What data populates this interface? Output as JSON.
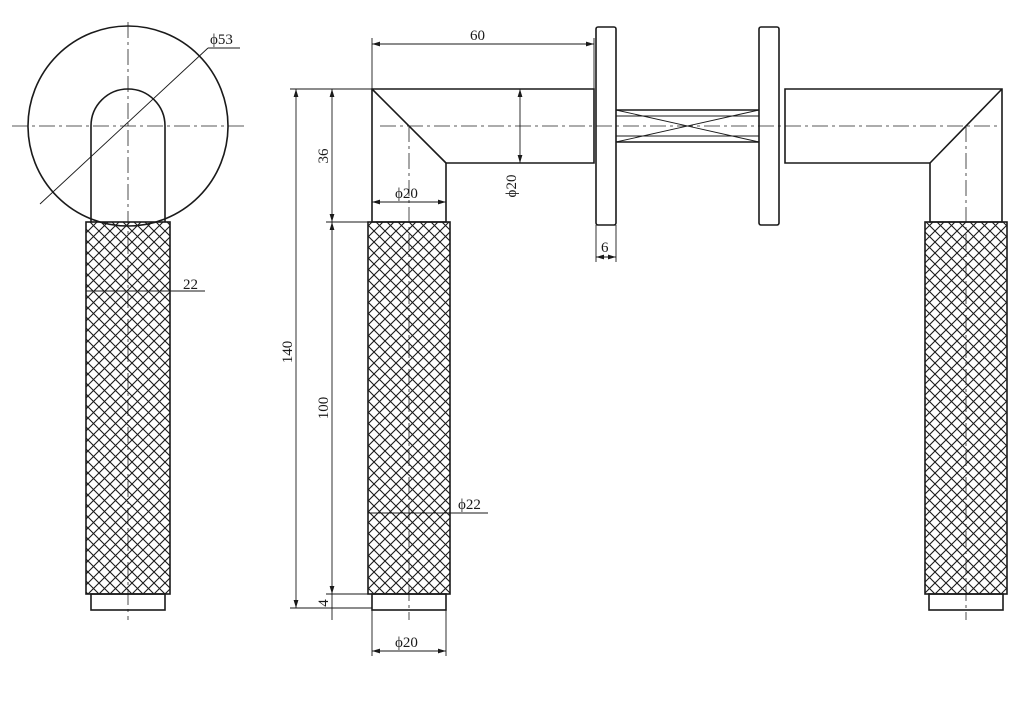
{
  "dimensions": {
    "rose_diameter": "ϕ53",
    "grip_width_side": "22",
    "lever_reach": "60",
    "bend_height": "36",
    "lever_diameter_top": "ϕ20",
    "bend_diameter": "ϕ20",
    "rose_thickness": "6",
    "total_height": "140",
    "grip_length": "100",
    "grip_diameter": "ϕ22",
    "end_cap": "4",
    "end_diameter": "ϕ20"
  }
}
